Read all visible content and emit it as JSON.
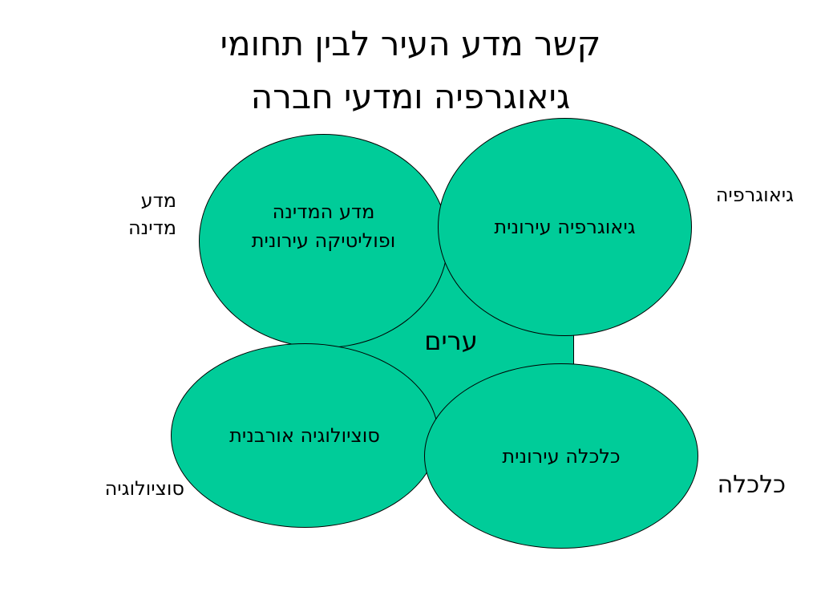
{
  "title": {
    "line1": "קשר מדע העיר לבין תחומי",
    "line2": "גיאוגרפיה ומדעי חברה"
  },
  "center": {
    "label": "ערים"
  },
  "circles": {
    "political": {
      "line1": "מדע המדינה",
      "line2": "ופוליטיקה עירונית"
    },
    "geography": {
      "label": "גיאוגרפיה עירונית"
    },
    "sociology": {
      "label": "סוציולוגיה אורבנית"
    },
    "economics": {
      "label": "כלכלה עירונית"
    }
  },
  "outer_labels": {
    "political_science": {
      "line1": "מדע",
      "line2": "מדינה"
    },
    "geography": "גיאוגרפיה",
    "sociology": "סוציולוגיה",
    "economics": "כלכלה"
  },
  "colors": {
    "circle_fill": "#00cc99",
    "outline": "#000000",
    "text": "#000000",
    "background": "#ffffff"
  }
}
